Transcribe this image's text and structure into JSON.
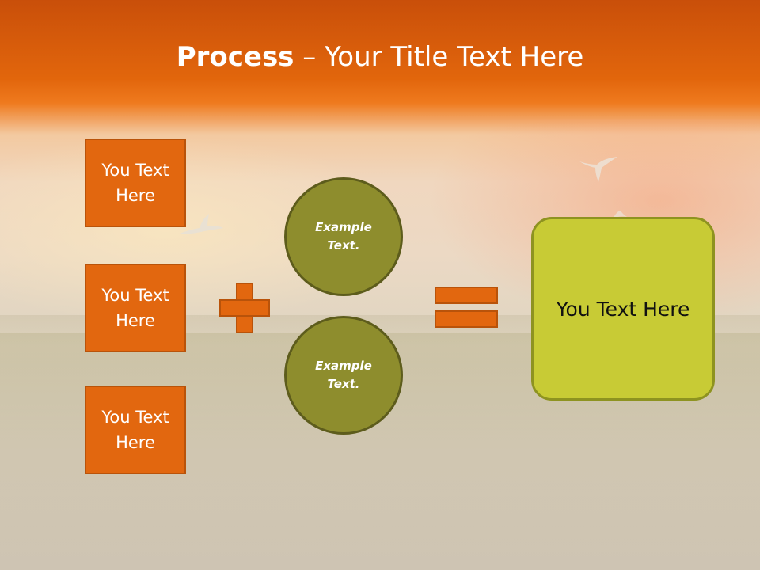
{
  "title": {
    "bold": "Process",
    "rest": " – Your Title Text Here"
  },
  "inputs": [
    {
      "label": "You Text Here"
    },
    {
      "label": "You Text Here"
    },
    {
      "label": "You Text Here"
    }
  ],
  "operators": {
    "plus_icon": "plus-icon",
    "equals_icon": "equals-icon"
  },
  "circles": [
    {
      "label": "Example Text."
    },
    {
      "label": "Example Text."
    }
  ],
  "result": {
    "label": "You Text Here"
  },
  "colors": {
    "header_orange": "#e2660c",
    "box_orange": "#e2670f",
    "circle_olive": "#8e8d2d",
    "result_lime": "#c8cb35"
  }
}
